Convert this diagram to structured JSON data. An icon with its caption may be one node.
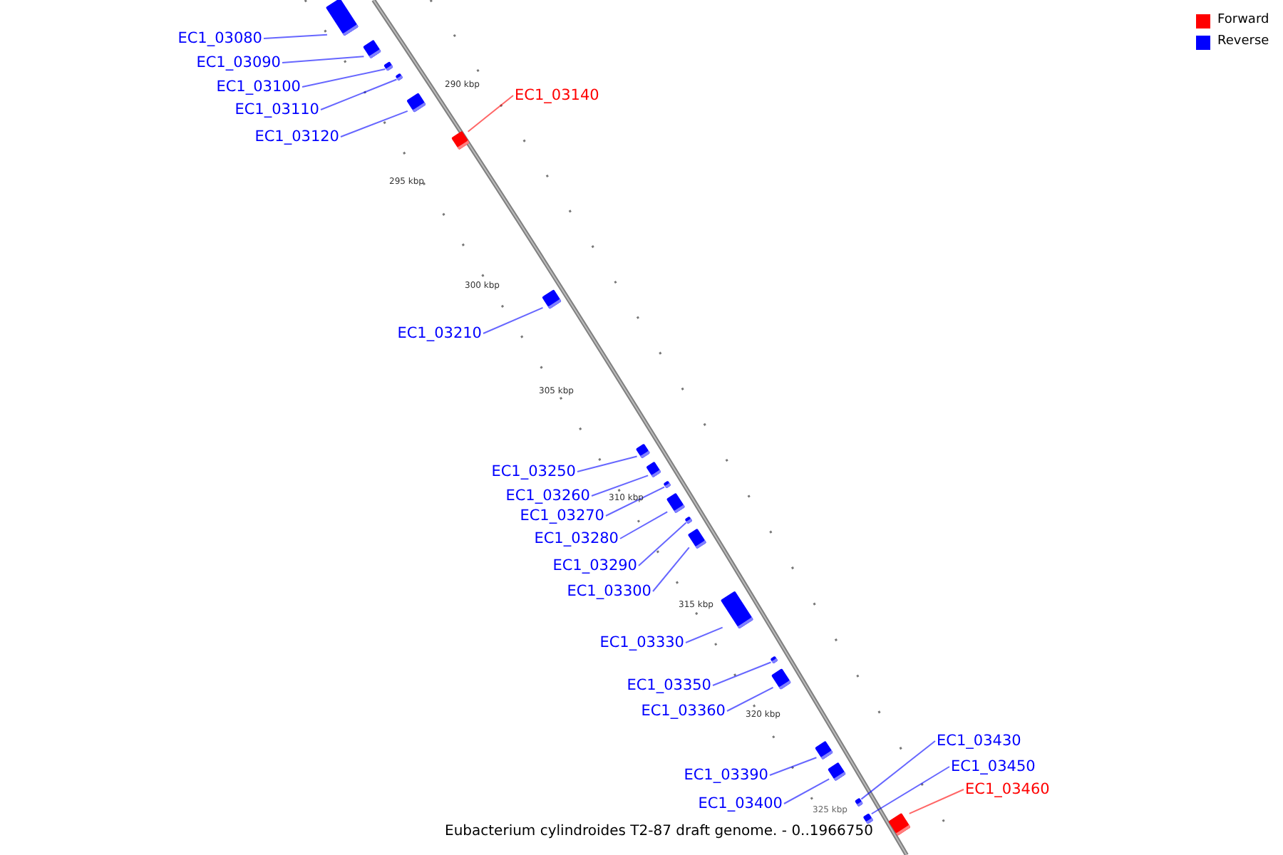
{
  "diagram": {
    "caption": "Eubacterium cylindroides T2-87 draft genome. - 0..1966750",
    "nodes": [
      {
        "text": [
          "EC1_03080"
        ]
      },
      {
        "text": [],
        "shape": "box"
      },
      {
        "text": [
          "EC1_03090"
        ]
      },
      {
        "text": [],
        "shape": "box"
      },
      {
        "text": [
          "EC1_03100"
        ]
      },
      {
        "text": [],
        "shape": "box"
      },
      {
        "text": [
          "EC1_03110"
        ]
      },
      {
        "text": [],
        "shape": "box"
      },
      {
        "text": [
          "EC1_03120"
        ]
      },
      {
        "text": [],
        "shape": "box"
      },
      {
        "text": [
          "EC1_03140"
        ]
      },
      {
        "text": [],
        "shape": "box"
      },
      {
        "text": [
          "EC1_03210"
        ]
      },
      {
        "text": [],
        "shape": "box"
      },
      {
        "text": [
          "EC1_03250"
        ]
      },
      {
        "text": [],
        "shape": "box"
      },
      {
        "text": [
          "EC1_03260"
        ]
      },
      {
        "text": [],
        "shape": "box"
      },
      {
        "text": [
          "EC1_03270"
        ]
      },
      {
        "text": [],
        "shape": "box"
      },
      {
        "text": [
          "EC1_03280"
        ]
      },
      {
        "text": [],
        "shape": "box"
      },
      {
        "text": [
          "EC1_03290"
        ]
      },
      {
        "text": [],
        "shape": "box"
      },
      {
        "text": [
          "EC1_03300"
        ]
      },
      {
        "text": [],
        "shape": "box"
      },
      {
        "text": [
          "EC1_03330"
        ]
      },
      {
        "text": [],
        "shape": "box"
      },
      {
        "text": [
          "EC1_03350"
        ]
      },
      {
        "text": [],
        "shape": "box"
      },
      {
        "text": [
          "EC1_03360"
        ]
      },
      {
        "text": [],
        "shape": "box"
      },
      {
        "text": [
          "EC1_03390"
        ]
      },
      {
        "text": [],
        "shape": "box"
      },
      {
        "text": [
          "EC1_03400"
        ]
      },
      {
        "text": [],
        "shape": "box"
      },
      {
        "text": [
          "EC1_03430"
        ]
      },
      {
        "text": [],
        "shape": "box"
      },
      {
        "text": [
          "EC1_03450"
        ]
      },
      {
        "text": [],
        "shape": "box"
      },
      {
        "text": [
          "EC1_03460"
        ]
      },
      {
        "text": [],
        "shape": "box"
      }
    ],
    "edges": [
      {
        "from": 0,
        "to": 1,
        "arrow": "none"
      },
      {
        "from": 2,
        "to": 3,
        "arrow": "none"
      },
      {
        "from": 4,
        "to": 5,
        "arrow": "none"
      },
      {
        "from": 6,
        "to": 7,
        "arrow": "none"
      },
      {
        "from": 8,
        "to": 9,
        "arrow": "none"
      },
      {
        "from": 10,
        "to": 11,
        "arrow": "none",
        "color": "#ff0000"
      },
      {
        "from": 12,
        "to": 13,
        "arrow": "none"
      },
      {
        "from": 14,
        "to": 15,
        "arrow": "none"
      },
      {
        "from": 16,
        "to": 17,
        "arrow": "none"
      },
      {
        "from": 18,
        "to": 19,
        "arrow": "none"
      },
      {
        "from": 20,
        "to": 21,
        "arrow": "none"
      },
      {
        "from": 22,
        "to": 23,
        "arrow": "none"
      },
      {
        "from": 24,
        "to": 25,
        "arrow": "none"
      },
      {
        "from": 26,
        "to": 27,
        "arrow": "none"
      },
      {
        "from": 28,
        "to": 29,
        "arrow": "none"
      },
      {
        "from": 30,
        "to": 31,
        "arrow": "none"
      },
      {
        "from": 32,
        "to": 33,
        "arrow": "none"
      },
      {
        "from": 34,
        "to": 35,
        "arrow": "none"
      },
      {
        "from": 36,
        "to": 37,
        "arrow": "none"
      },
      {
        "from": 38,
        "to": 39,
        "arrow": "none"
      },
      {
        "from": 40,
        "to": 41,
        "arrow": "none",
        "color": "#ff0000"
      }
    ],
    "labels": [
      "290 kbp",
      "295 kbp",
      "300 kbp",
      "305 kbp",
      "310 kbp",
      "315 kbp",
      "320 kbp",
      "325 kbp"
    ],
    "legend": [
      {
        "text": "Forward",
        "color": "#ff0000"
      },
      {
        "text": "Reverse",
        "color": "#0000ff"
      }
    ]
  }
}
